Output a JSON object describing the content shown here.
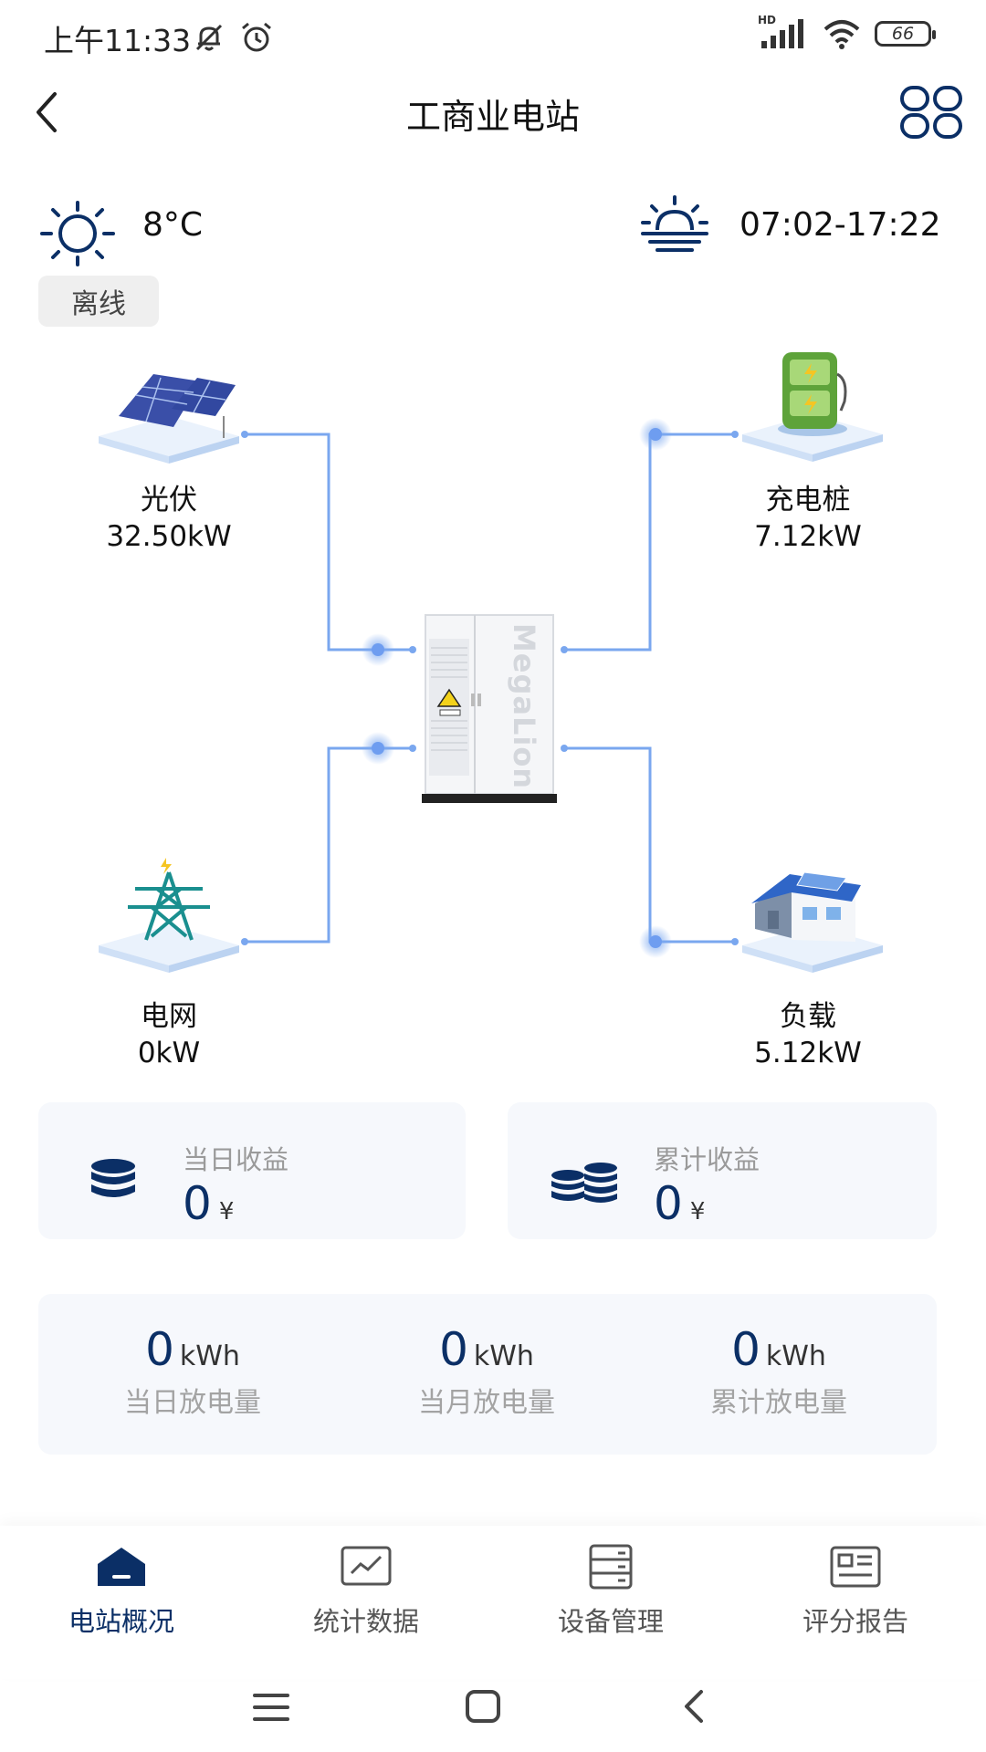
{
  "status_bar": {
    "time": "上午11:33",
    "battery": "66",
    "network": "HD"
  },
  "header": {
    "title": "工商业电站"
  },
  "weather": {
    "temperature": "8°C",
    "sun_times": "07:02-17:22",
    "status_badge": "离线"
  },
  "flow": {
    "solar": {
      "label": "光伏",
      "value": "32.50kW"
    },
    "charger": {
      "label": "充电桩",
      "value": "7.12kW"
    },
    "grid": {
      "label": "电网",
      "value": "0kW"
    },
    "load": {
      "label": "负载",
      "value": "5.12kW"
    },
    "cabinet_brand": "MegaLion"
  },
  "income": {
    "daily": {
      "label": "当日收益",
      "value": "0",
      "unit": "¥"
    },
    "total": {
      "label": "累计收益",
      "value": "0",
      "unit": "¥"
    }
  },
  "discharge": {
    "daily": {
      "label": "当日放电量",
      "value": "0",
      "unit": "kWh"
    },
    "monthly": {
      "label": "当月放电量",
      "value": "0",
      "unit": "kWh"
    },
    "total": {
      "label": "累计放电量",
      "value": "0",
      "unit": "kWh"
    }
  },
  "bottom_nav": {
    "items": [
      {
        "label": "电站概况",
        "icon": "station-icon",
        "active": true
      },
      {
        "label": "统计数据",
        "icon": "chart-icon",
        "active": false
      },
      {
        "label": "设备管理",
        "icon": "device-icon",
        "active": false
      },
      {
        "label": "评分报告",
        "icon": "report-icon",
        "active": false
      }
    ]
  },
  "colors": {
    "primary": "#0b2f66",
    "line": "#7aa7ef",
    "inactive": "#555555",
    "card_bg": "#f6f8fc"
  }
}
